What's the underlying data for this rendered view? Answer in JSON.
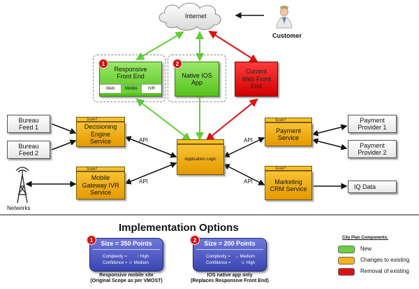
{
  "internet": "Internet",
  "customer": "Customer",
  "front_ends": {
    "responsive": {
      "badge": "1",
      "label": "Responsive Front End",
      "sub": [
        "Web",
        "Mobile",
        "IVR"
      ]
    },
    "native_ios": {
      "badge": "2",
      "label": "Native IOS App"
    },
    "current_web": {
      "label": "Current Web Front End"
    }
  },
  "inputs": {
    "bureau1": "Bureau Feed 1",
    "bureau2": "Bureau Feed 2",
    "networks": "Networks"
  },
  "services": {
    "decisioning": {
      "label": "Decisioning Engine Service",
      "tag": "Scale?"
    },
    "mobile_gateway": {
      "label": "Mobile Gateway IVR Service",
      "tag": "Scale?"
    },
    "payment": {
      "label": "Payment Service",
      "tag": "Scale?"
    },
    "marketing": {
      "label": "Marketing CRM Service",
      "tag": "Scale?"
    }
  },
  "app_logic": "Application Logic",
  "api_label": "API",
  "outputs": {
    "payment1": "Payment Provider 1",
    "payment2": "Payment Provider 2",
    "iq": "IQ Data"
  },
  "impl_title": "Implementation Options",
  "options": [
    {
      "badge": "1",
      "size": "Size = 350 Points",
      "complexity_label": "Complexity =",
      "complexity_value": "↑ High",
      "confidence_label": "Confidence =",
      "confidence_value": "☺ Medium",
      "caption1": "Responsive mobile site",
      "caption2": "(Original Scope as per VMOST)"
    },
    {
      "badge": "2",
      "size": "Size = 200 Points",
      "complexity_label": "Complexity =",
      "complexity_value": "→ Medium",
      "confidence_label": "Confidence =",
      "confidence_value": "☺ High",
      "caption1": "IOS native app only",
      "caption2": "(Replaces Responsive Front End)"
    }
  ],
  "legend": {
    "title": "City Plan Components:",
    "items": [
      {
        "label": "New",
        "color": "#6ad23a"
      },
      {
        "label": "Changes to existing",
        "color": "#f5b21a"
      },
      {
        "label": "Removal of existing",
        "color": "#e01010"
      }
    ]
  }
}
